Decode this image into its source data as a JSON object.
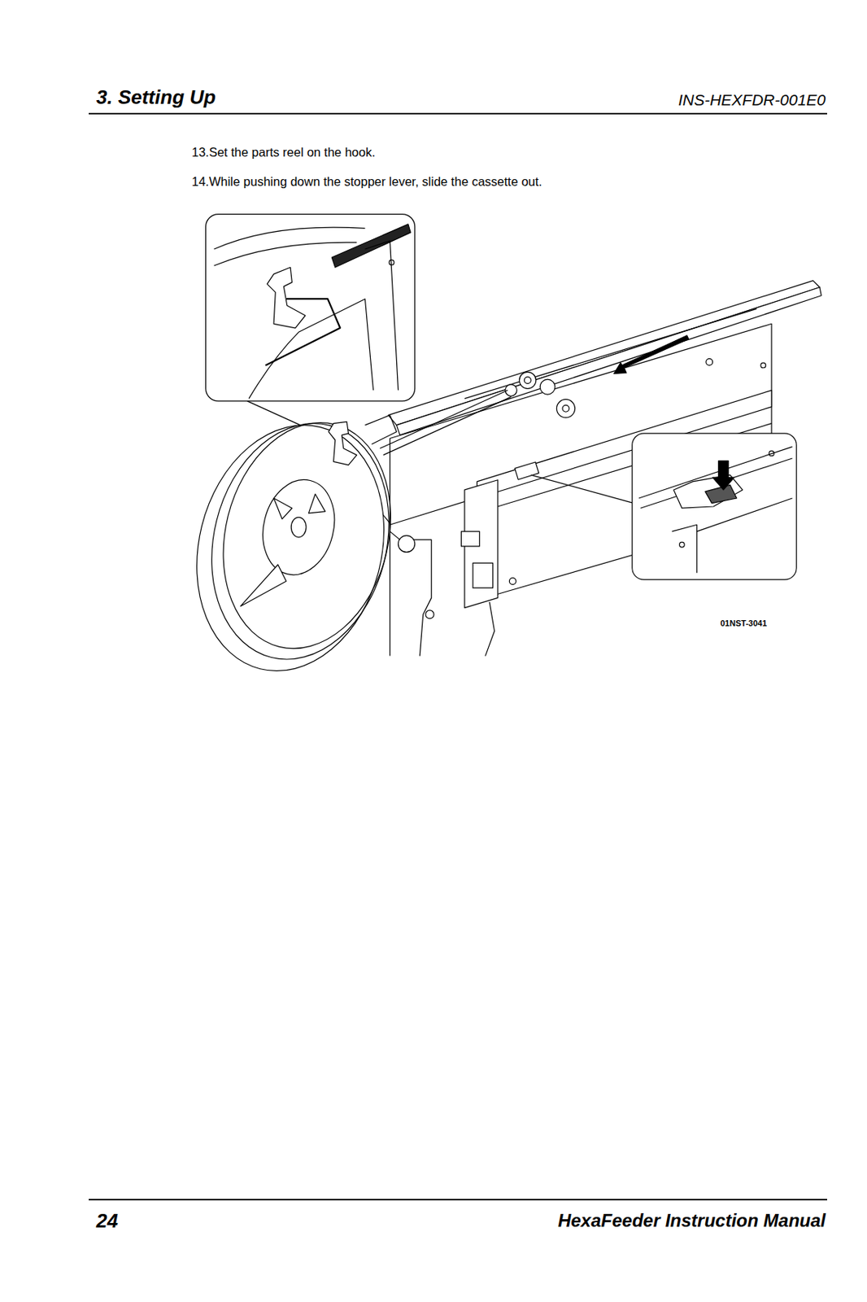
{
  "diagram": {
    "title": "3. Setting Up",
    "labels": [
      "INS-HEXFDR-001E0",
      "13.Set the parts reel on the hook.",
      "14.While pushing down the stopper lever, slide the cassette out.",
      "01NST-3041",
      "24",
      "HexaFeeder Instruction Manual"
    ]
  }
}
